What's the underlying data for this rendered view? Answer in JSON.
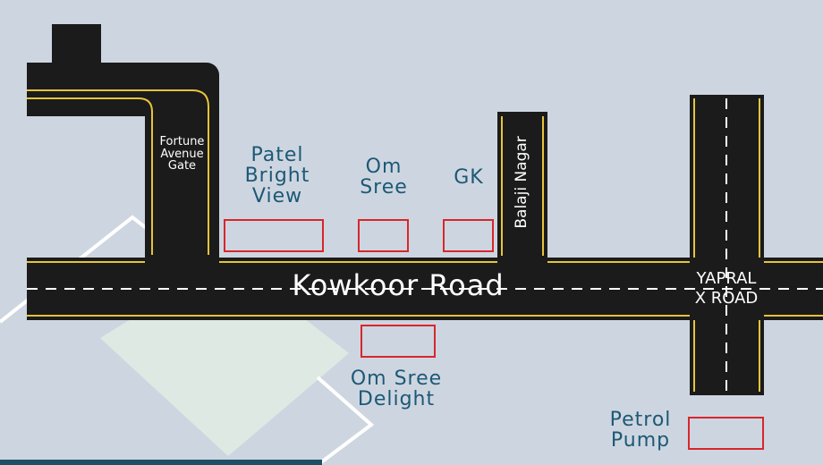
{
  "map": {
    "main_road": "Kowkoor Road",
    "junction": [
      "YAPRAL",
      "X ROAD"
    ],
    "gate": [
      "Fortune",
      "Avenue",
      "Gate"
    ],
    "side_street": "Balaji Nagar",
    "places": {
      "patel": [
        "Patel",
        "Bright",
        "View"
      ],
      "om_sree": [
        "Om",
        "Sree"
      ],
      "gk": "GK",
      "om_sree_delight": [
        "Om Sree",
        "Delight"
      ]
    },
    "legend": {
      "label": [
        "Petrol",
        "Pump"
      ]
    }
  },
  "colors": {
    "background": "#cdd6e0",
    "road": "#1b1b1b",
    "marker": "#d8262b",
    "label_text": "#1d5876",
    "edge_line": "#e6c33a",
    "park": "#dfe9e3"
  }
}
